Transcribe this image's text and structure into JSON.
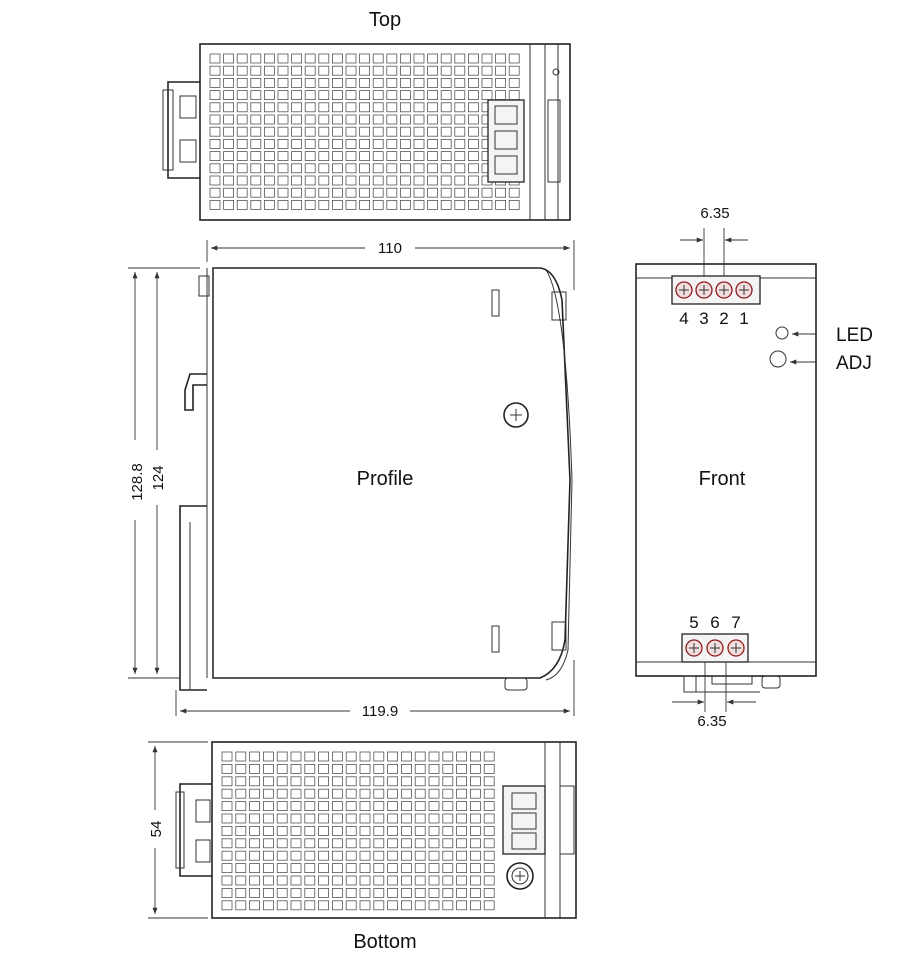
{
  "views": {
    "top": {
      "label": "Top"
    },
    "profile": {
      "label": "Profile"
    },
    "front": {
      "label": "Front"
    },
    "bottom": {
      "label": "Bottom"
    }
  },
  "dimensions": {
    "profile_width": "110",
    "profile_overall_width": "119.9",
    "profile_overall_height": "128.8",
    "profile_body_height": "124",
    "bottom_depth": "54",
    "front_top_pitch": "6.35",
    "front_bottom_pitch": "6.35"
  },
  "terminals": {
    "top_row": [
      "4",
      "3",
      "2",
      "1"
    ],
    "bottom_row": [
      "5",
      "6",
      "7"
    ]
  },
  "indicators": {
    "led": "LED",
    "adj": "ADJ"
  }
}
